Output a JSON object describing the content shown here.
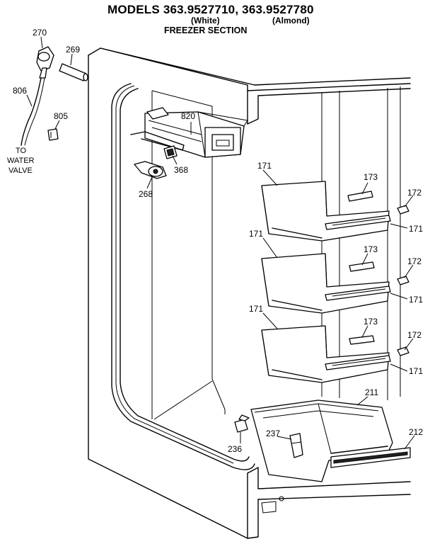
{
  "header": {
    "title": "MODELS 363.9527710, 363.9527780",
    "variant_white": "(White)",
    "variant_almond": "(Almond)",
    "section": "FREEZER SECTION"
  },
  "callouts": {
    "p270": "270",
    "p269": "269",
    "p806": "806",
    "p805": "805",
    "p820": "820",
    "p368": "368",
    "p268": "268",
    "shelf1": "171",
    "shelf2": "171",
    "shelf3": "171",
    "rail1": "171",
    "rail2": "171",
    "rail3": "171",
    "p173a": "173",
    "p173b": "173",
    "p173c": "173",
    "p172a": "172",
    "p172b": "172",
    "p172c": "172",
    "p211": "211",
    "p212": "212",
    "p237": "237",
    "p236": "236"
  },
  "water_caption": [
    "TO",
    "WATER",
    "VALVE"
  ]
}
